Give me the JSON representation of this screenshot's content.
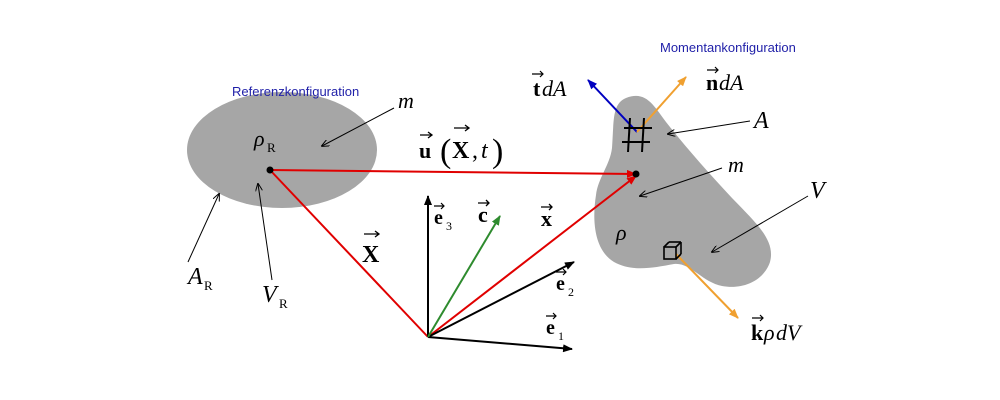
{
  "titles": {
    "reference": "Referenzkonfiguration",
    "current": "Momentankonfiguration"
  },
  "reference_body": {
    "mass": "m",
    "density": "ρ",
    "density_sub": "R",
    "area": "A",
    "area_sub": "R",
    "volume": "V",
    "volume_sub": "R"
  },
  "current_body": {
    "mass": "m",
    "density": "ρ",
    "area": "A",
    "volume": "V"
  },
  "vectors": {
    "displacement_u": "u",
    "displacement_X": "X",
    "displacement_t": "t",
    "X": "X",
    "x": "x",
    "c": "c",
    "e1": "e",
    "e1_sub": "1",
    "e2": "e",
    "e2_sub": "2",
    "e3": "e",
    "e3_sub": "3"
  },
  "loads": {
    "t": "t",
    "t_rest": "dA",
    "n": "n",
    "n_rest": "dA",
    "k": "k",
    "k_rho": "ρ",
    "k_rest": "dV"
  },
  "colors": {
    "body": "#a6a6a6",
    "red": "#e00000",
    "green": "#2e8b2e",
    "blue": "#0000c0",
    "orange": "#f0a030",
    "title": "#1f1fa8",
    "black": "#000000"
  }
}
